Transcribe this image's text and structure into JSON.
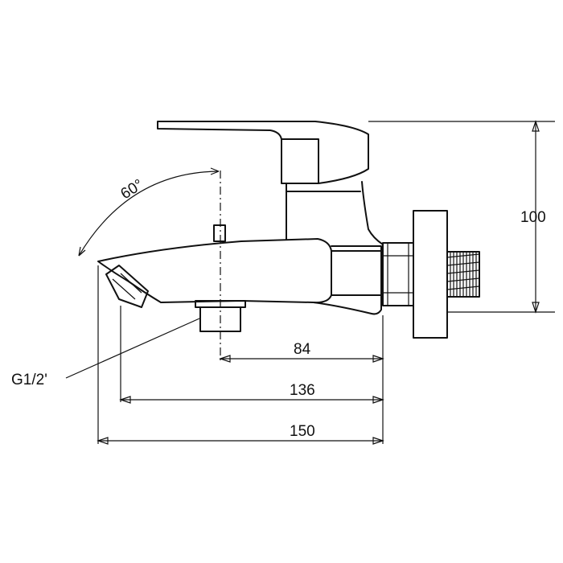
{
  "drawing": {
    "type": "technical-drawing",
    "subject": "bath mixer faucet side view",
    "annotations": {
      "angle": "60°",
      "thread": "G1/2'"
    },
    "dimensions": {
      "d84": "84",
      "d136": "136",
      "d150": "150",
      "d100": "100"
    }
  }
}
